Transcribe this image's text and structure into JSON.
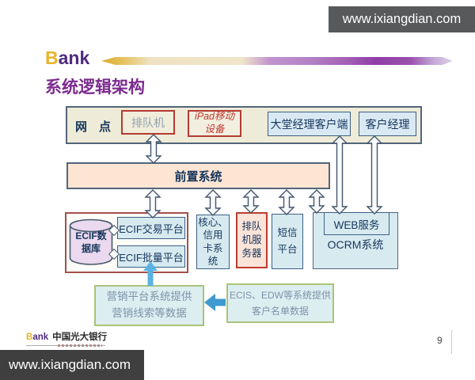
{
  "watermark_top": "www.ixiangdian.com",
  "watermark_bottom": "www.ixiangdian.com",
  "logo": {
    "b": "B",
    "rest": "ank"
  },
  "title": "系统逻辑架构",
  "page_number": "9",
  "footer": {
    "logo_b": "B",
    "logo_rest": "ank",
    "bank_name": "中国光大银行"
  },
  "diagram": {
    "wangdian_label": "网　点",
    "paiduiji": "排队机",
    "ipad": [
      "iPad移动",
      "设备"
    ],
    "datang": "大堂经理客户端",
    "kehu_jingli": "客户经理",
    "qianzhi": "前置系统",
    "ecif_db": [
      "ECIF数",
      "据库"
    ],
    "ecif_jiaoyi": "ECIF交易平台",
    "ecif_piliang": "ECIF批量平台",
    "hexin": [
      "核心、",
      "信用",
      "卡系",
      "统"
    ],
    "paidui_server": [
      "排队",
      "机服",
      "务器"
    ],
    "duanxin": [
      "短信",
      "平台"
    ],
    "web": "WEB服务",
    "ocrm": "OCRM系统",
    "yingxiao": [
      "营销平台系统提供",
      "营销线索等数据"
    ],
    "ecis": [
      "ECIS、EDW等系统提供",
      "客户名单数据"
    ]
  }
}
